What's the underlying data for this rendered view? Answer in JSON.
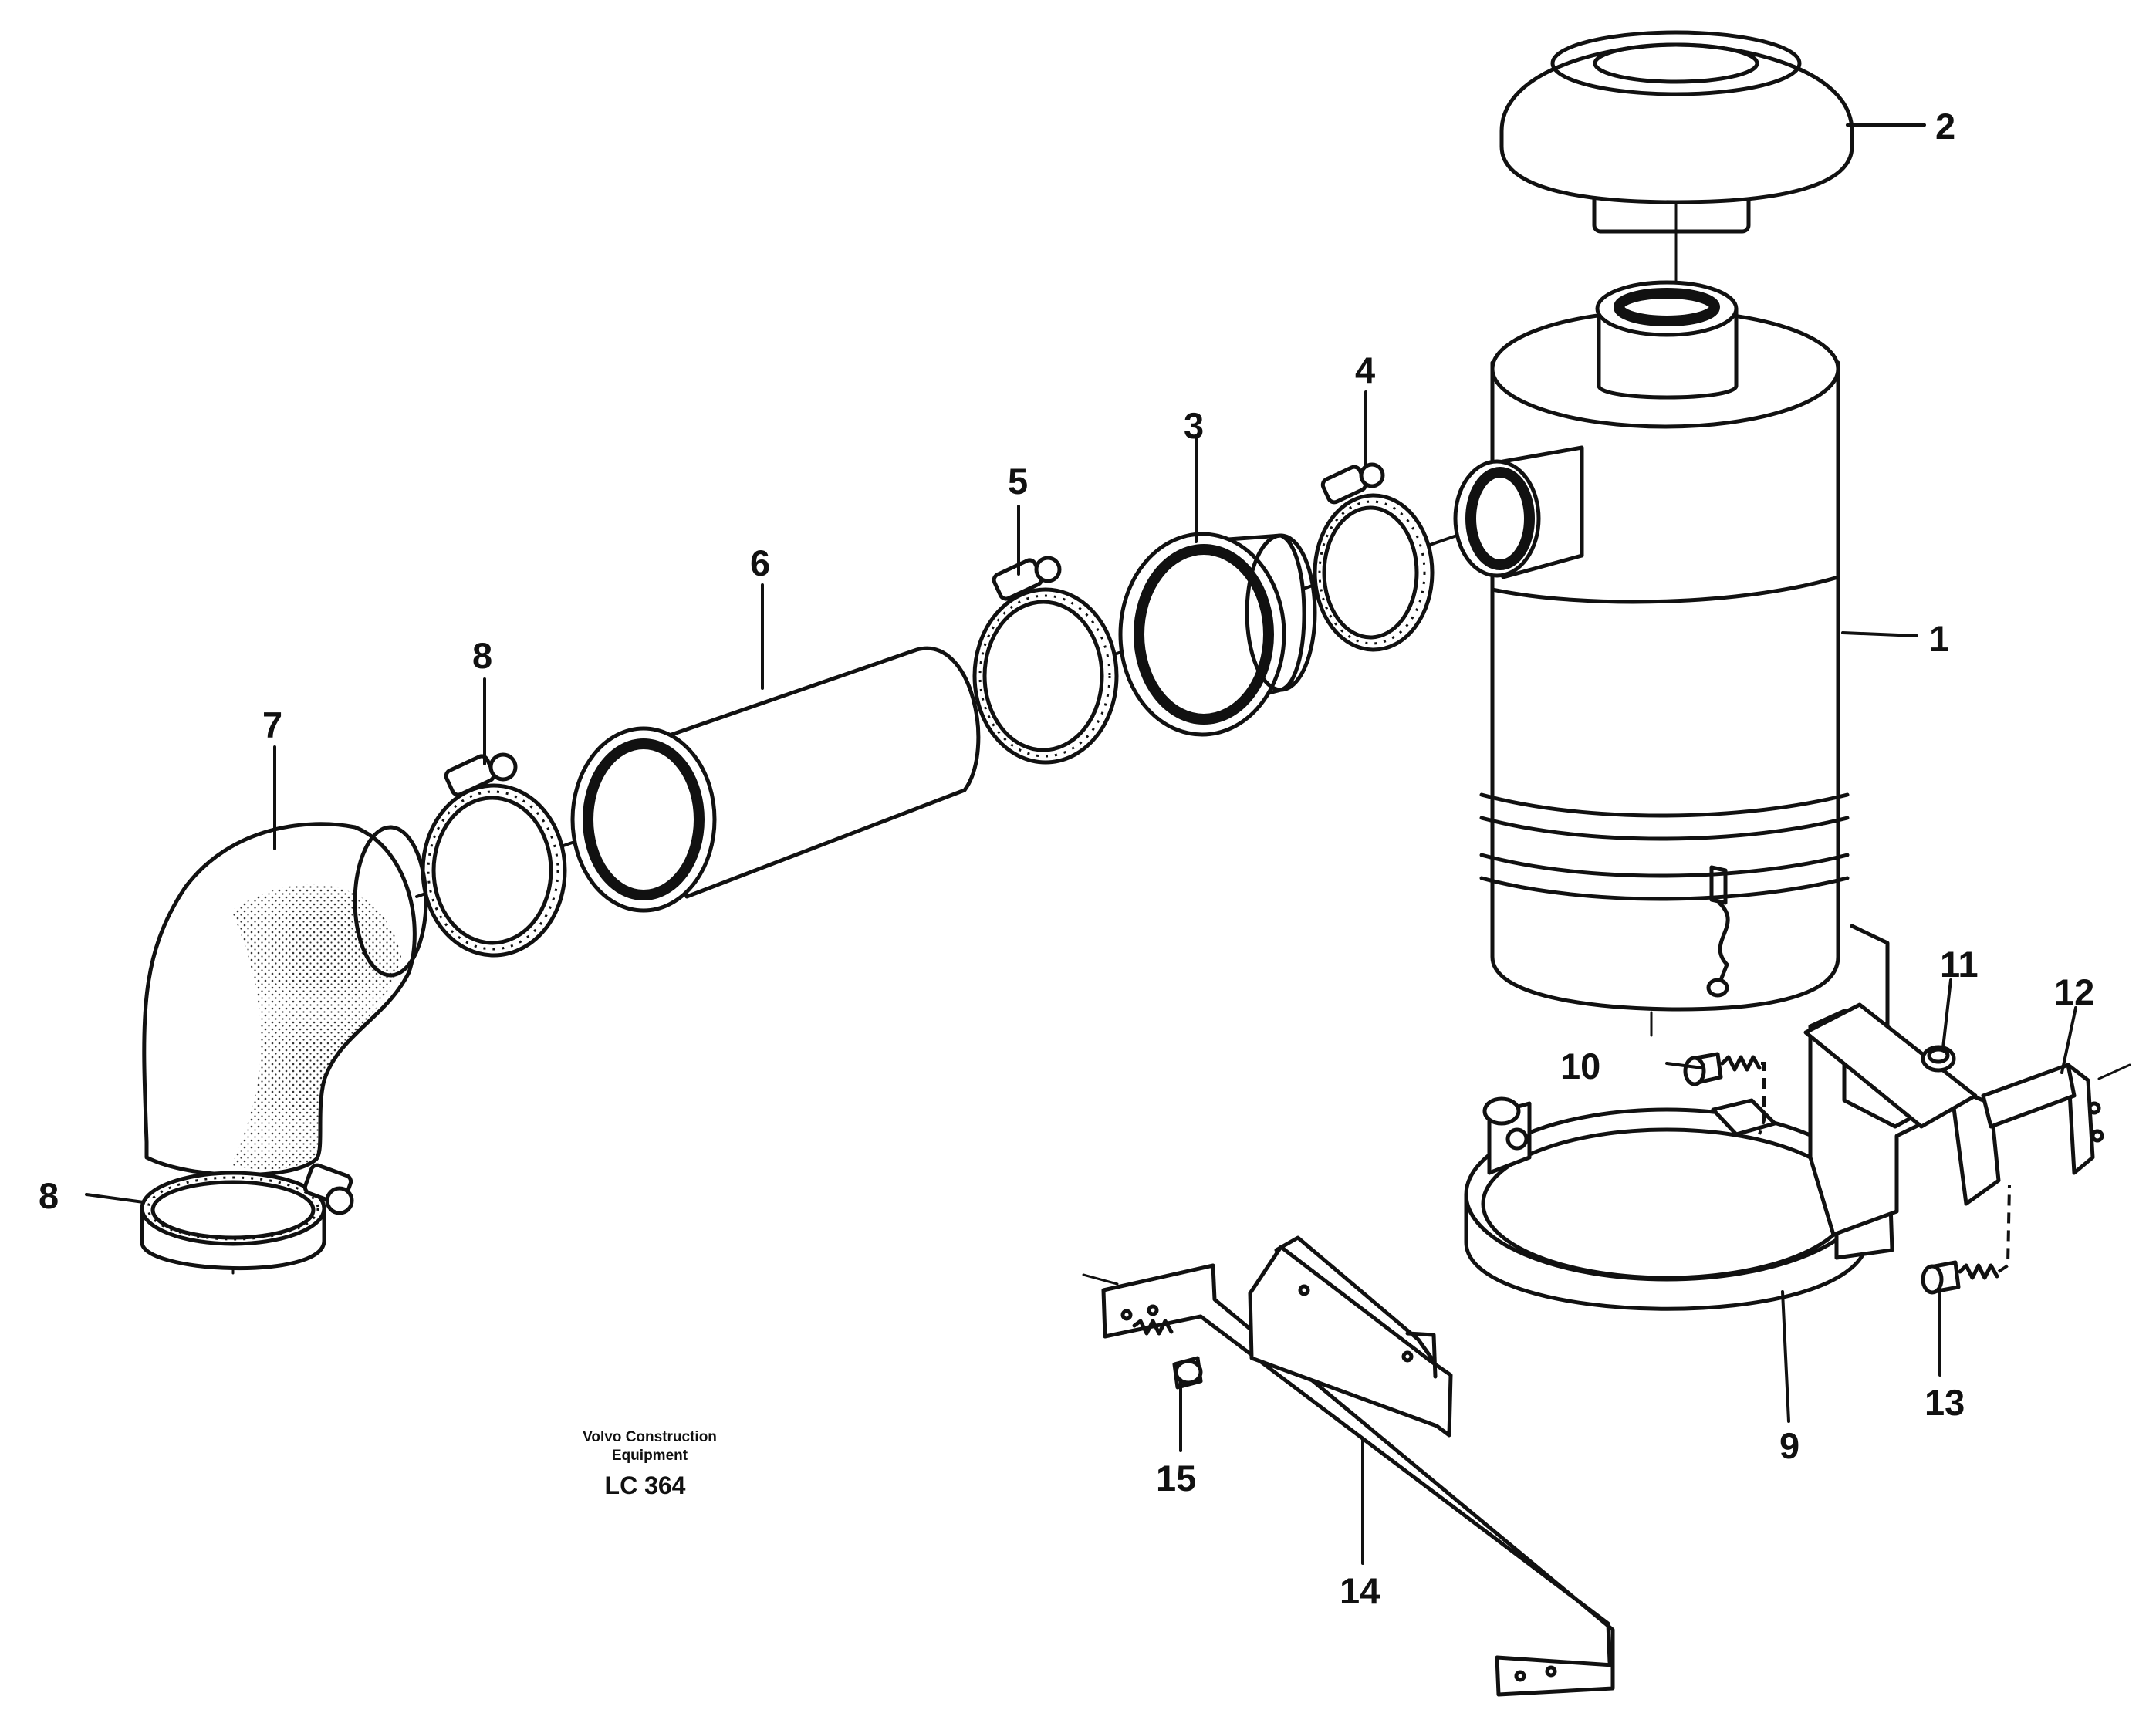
{
  "diagram": {
    "callouts": [
      {
        "id": "callout-1",
        "text": "1"
      },
      {
        "id": "callout-2",
        "text": "2"
      },
      {
        "id": "callout-3",
        "text": "3"
      },
      {
        "id": "callout-4",
        "text": "4"
      },
      {
        "id": "callout-5",
        "text": "5"
      },
      {
        "id": "callout-6",
        "text": "6"
      },
      {
        "id": "callout-7",
        "text": "7"
      },
      {
        "id": "callout-8a",
        "text": "8"
      },
      {
        "id": "callout-8b",
        "text": "8"
      },
      {
        "id": "callout-9",
        "text": "9"
      },
      {
        "id": "callout-10",
        "text": "10"
      },
      {
        "id": "callout-11",
        "text": "11"
      },
      {
        "id": "callout-12",
        "text": "12"
      },
      {
        "id": "callout-13",
        "text": "13"
      },
      {
        "id": "callout-14",
        "text": "14"
      },
      {
        "id": "callout-15",
        "text": "15"
      }
    ],
    "caption": {
      "line1": "Volvo Construction",
      "line2": "Equipment",
      "code": "LC 364"
    }
  }
}
